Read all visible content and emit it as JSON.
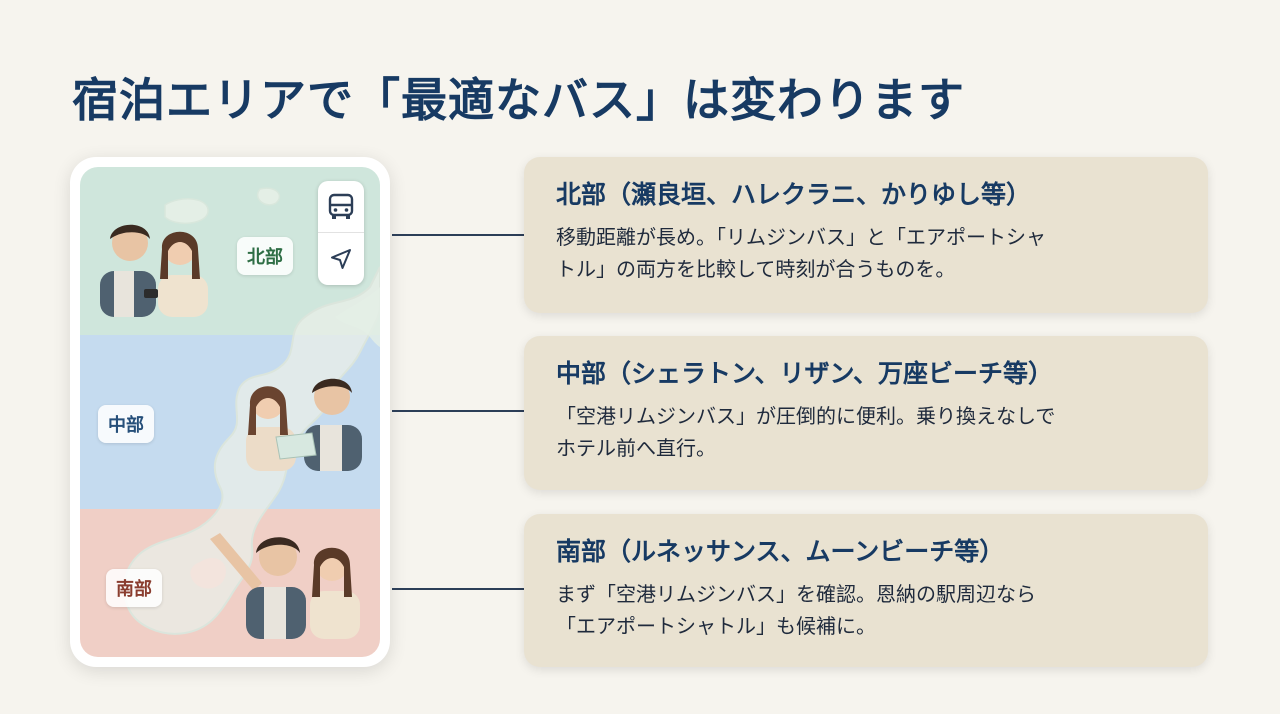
{
  "title": "宿泊エリアで「最適なバス」は変わります",
  "map": {
    "regions": {
      "north": "北部",
      "central": "中部",
      "south": "南部"
    },
    "controls": [
      "bus-icon",
      "location-arrow-icon"
    ],
    "colors": {
      "north": "#cfe6dc",
      "central": "#c5dbef",
      "south": "#f0cfc6"
    }
  },
  "cards": [
    {
      "title": "北部（瀬良垣、ハレクラニ、かりゆし等）",
      "body_lines": [
        "移動距離が長め。「リムジンバス」と「エアポートシャ",
        "トル」の両方を比較して時刻が合うものを。"
      ]
    },
    {
      "title": "中部（シェラトン、リザン、万座ビーチ等）",
      "body_lines": [
        "「空港リムジンバス」が圧倒的に便利。乗り換えなしで",
        "ホテル前へ直行。"
      ]
    },
    {
      "title": "南部（ルネッサンス、ムーンビーチ等）",
      "body_lines": [
        "まず「空港リムジンバス」を確認。恩納の駅周辺なら",
        "「エアポートシャトル」も候補に。"
      ]
    }
  ],
  "colors": {
    "title": "#173a63",
    "card_bg": "#e9e2d1",
    "page_bg": "#f6f4ee"
  }
}
